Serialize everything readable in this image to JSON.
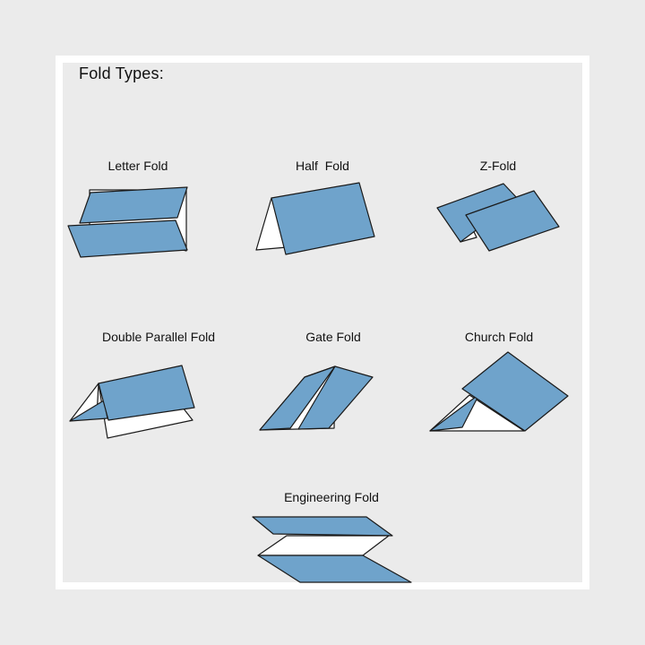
{
  "heading": "Fold Types:",
  "folds": [
    {
      "label": "Letter Fold"
    },
    {
      "label": "Half  Fold"
    },
    {
      "label": "Z-Fold"
    },
    {
      "label": "Double Parallel Fold"
    },
    {
      "label": "Gate Fold"
    },
    {
      "label": "Church Fold"
    },
    {
      "label": "Engineering Fold"
    }
  ],
  "colors": {
    "background": "#ebebeb",
    "frame": "#ffffff",
    "panel_blue": "#6fa3cb",
    "panel_white": "#ffffff",
    "outline": "#1a1a1a"
  }
}
